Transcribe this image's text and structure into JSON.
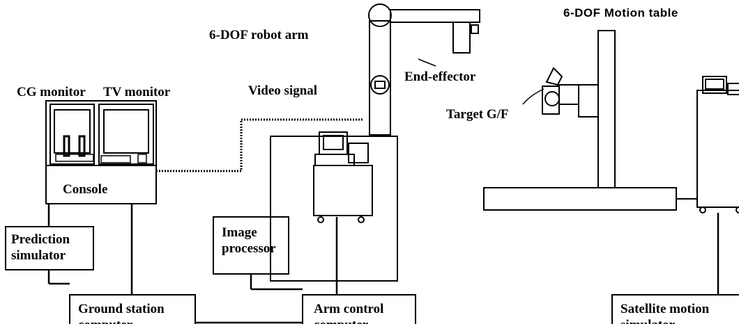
{
  "labels": {
    "robot_arm": "6-DOF robot arm",
    "motion_table": "6-DOF Motion table",
    "end_effector": "End-effector",
    "cg_monitor": "CG monitor",
    "tv_monitor": "TV monitor",
    "video_signal": "Video signal",
    "target_gf": "Target G/F",
    "console": "Console",
    "prediction_simulator": [
      "Prediction",
      "simulator"
    ],
    "image_processor": [
      "Image",
      "processor"
    ],
    "ground_station_computer": [
      "Ground station",
      "computer"
    ],
    "arm_control_computer": [
      "Arm control",
      "computer"
    ],
    "satellite_motion_simulator": [
      "Satellite motion",
      "simulator"
    ]
  },
  "colors": {
    "line": "#000000",
    "background": "#ffffff"
  }
}
